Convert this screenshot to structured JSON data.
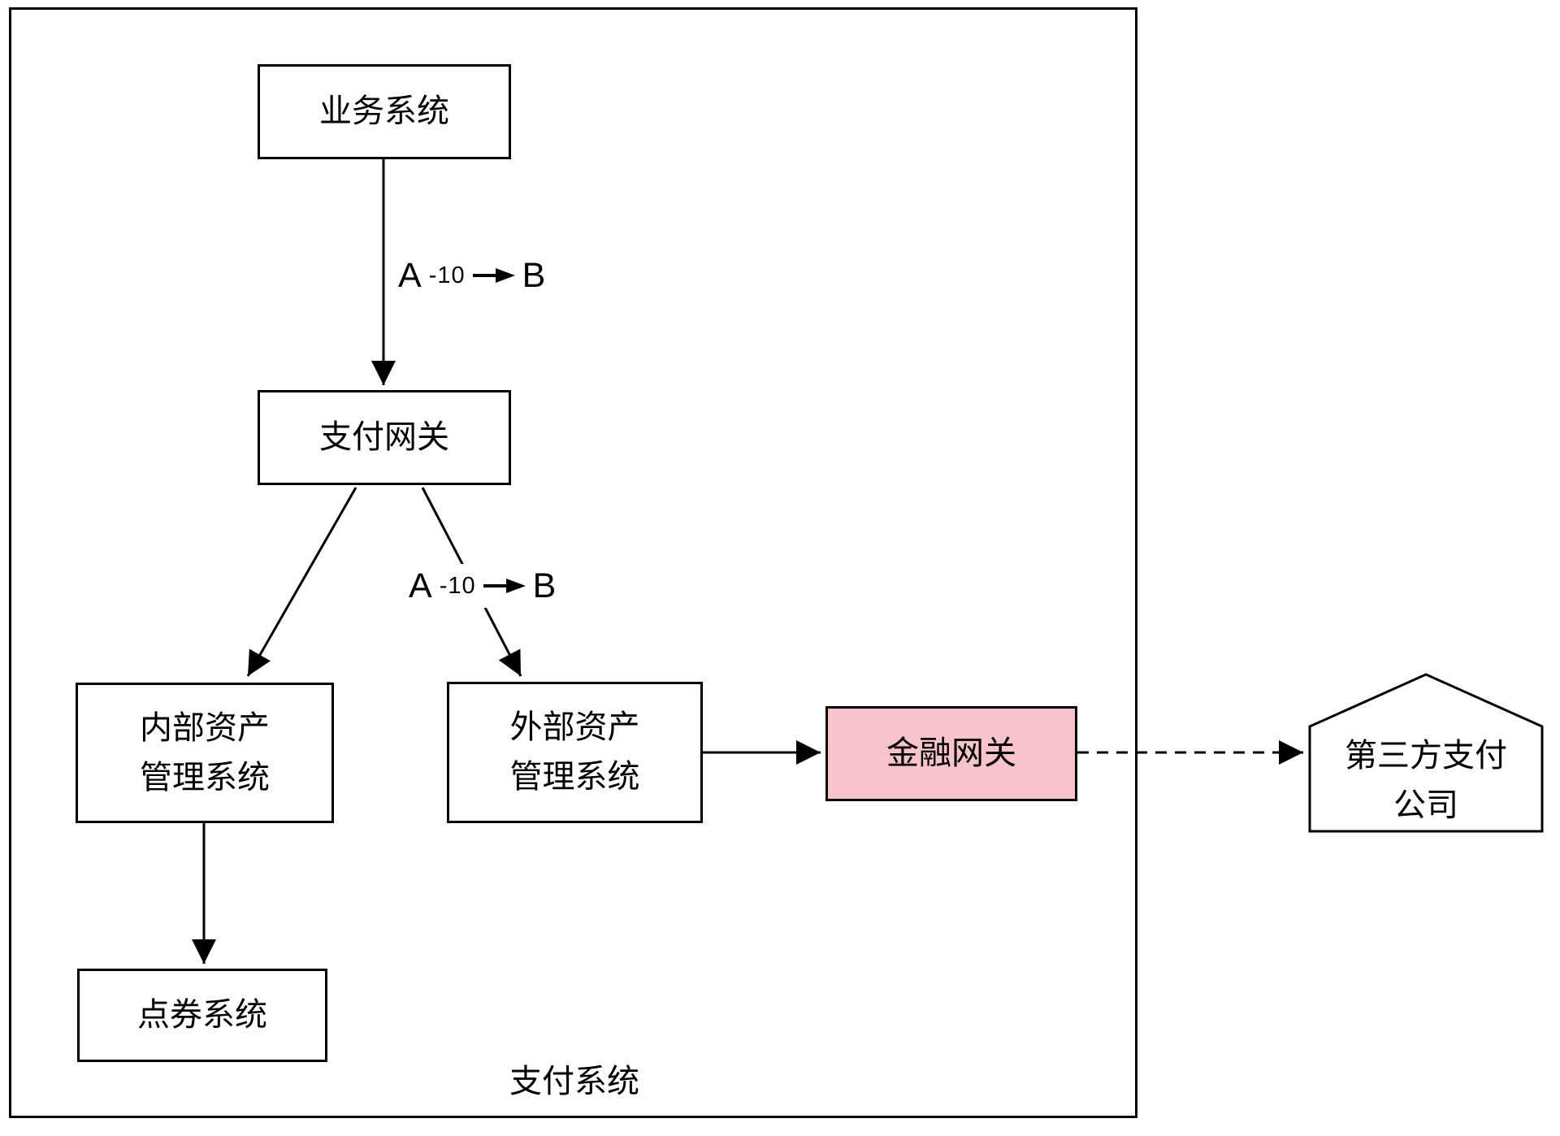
{
  "diagram": {
    "system_label": "支付系统",
    "nodes": {
      "business": {
        "label": "业务系统"
      },
      "payment_gateway": {
        "label": "支付网关"
      },
      "internal_asset": {
        "line1": "内部资产",
        "line2": "管理系统"
      },
      "external_asset": {
        "line1": "外部资产",
        "line2": "管理系统"
      },
      "financial_gateway": {
        "label": "金融网关"
      },
      "voucher": {
        "label": "点券系统"
      },
      "third_party": {
        "line1": "第三方支付",
        "line2": "公司"
      }
    },
    "edges": {
      "business_to_gateway": {
        "a": "A",
        "weight": "-10",
        "b": "B"
      },
      "gateway_to_external": {
        "a": "A",
        "weight": "-10",
        "b": "B"
      }
    },
    "colors": {
      "line": "#000000",
      "highlight_fill": "#F7C4CB",
      "background": "#FFFFFF"
    }
  }
}
